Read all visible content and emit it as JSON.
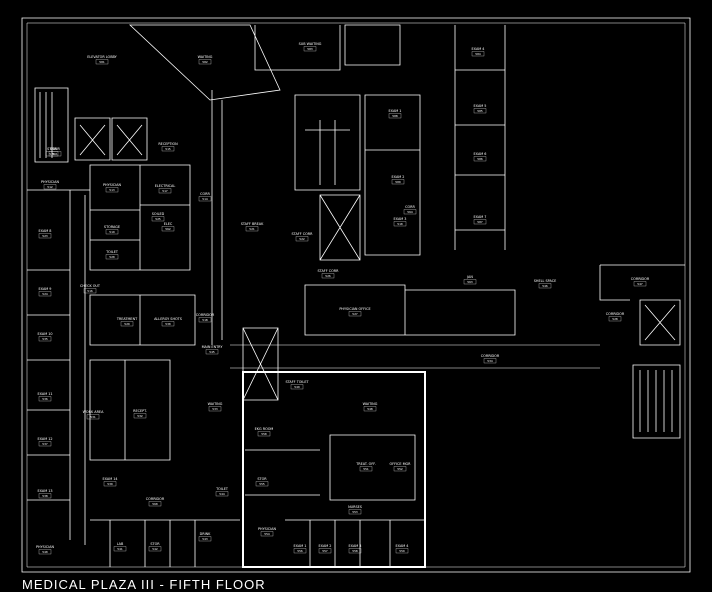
{
  "caption": "MEDICAL PLAZA III - FIFTH FLOOR",
  "colors": {
    "background": "#000000",
    "linework": "#ffffff",
    "highlight": "#ffffff"
  },
  "rooms": [
    {
      "key": "r1",
      "name": "ELEVATOR LOBBY",
      "num": "501"
    },
    {
      "key": "r2",
      "name": "WAITING",
      "num": "502"
    },
    {
      "key": "r3",
      "name": "SUB WAITING",
      "num": "503"
    },
    {
      "key": "r4",
      "name": "EXAM 4",
      "num": "504"
    },
    {
      "key": "r5",
      "name": "EXAM 5",
      "num": "505"
    },
    {
      "key": "r6",
      "name": "EXAM 6",
      "num": "506"
    },
    {
      "key": "r7",
      "name": "EXAM 7",
      "num": "507"
    },
    {
      "key": "r8",
      "name": "EXAM 1",
      "num": "508"
    },
    {
      "key": "r9",
      "name": "EXAM 2",
      "num": "509"
    },
    {
      "key": "r10",
      "name": "EXAM 3",
      "num": "510"
    },
    {
      "key": "r11",
      "name": "STAIR",
      "num": "511"
    },
    {
      "key": "r12",
      "name": "PHYSICIAN",
      "num": "512"
    },
    {
      "key": "r13",
      "name": "PHYSICIAN",
      "num": "513"
    },
    {
      "key": "r14",
      "name": "CORR",
      "num": "514"
    },
    {
      "key": "r15",
      "name": "RECEPTION",
      "num": "515"
    },
    {
      "key": "r16",
      "name": "CHECK OUT",
      "num": "516"
    },
    {
      "key": "r17",
      "name": "ELECTRICAL",
      "num": "517"
    },
    {
      "key": "r18",
      "name": "CORRIDOR",
      "num": "518"
    },
    {
      "key": "r19",
      "name": "STORAGE",
      "num": "519"
    },
    {
      "key": "r20",
      "name": "TOILET",
      "num": "520"
    },
    {
      "key": "r21",
      "name": "STAFF BREAK",
      "num": "521"
    },
    {
      "key": "r22",
      "name": "STAFF CORR",
      "num": "522"
    },
    {
      "key": "r23",
      "name": "EXAM 8",
      "num": "523"
    },
    {
      "key": "r24",
      "name": "EXAM 9",
      "num": "524"
    },
    {
      "key": "r25",
      "name": "SOILED",
      "num": "525"
    },
    {
      "key": "r26",
      "name": "STAFF CORR",
      "num": "526"
    },
    {
      "key": "r27",
      "name": "PHYSICIAN OFFICE",
      "num": "527"
    },
    {
      "key": "r28",
      "name": "CORRIDOR",
      "num": "528"
    },
    {
      "key": "r29",
      "name": "TREATMENT",
      "num": "529"
    },
    {
      "key": "r30",
      "name": "ALLERGY SHOTS",
      "num": "530"
    },
    {
      "key": "r31",
      "name": "WORK AREA",
      "num": "531"
    },
    {
      "key": "r32",
      "name": "RECEPT.",
      "num": "532"
    },
    {
      "key": "r33",
      "name": "WAITING",
      "num": "533"
    },
    {
      "key": "r34",
      "name": "CORRIDOR",
      "num": "534"
    },
    {
      "key": "r35",
      "name": "EXAM 10",
      "num": "535"
    },
    {
      "key": "r36",
      "name": "EXAM 11",
      "num": "536"
    },
    {
      "key": "r37",
      "name": "EXAM 12",
      "num": "537"
    },
    {
      "key": "r38",
      "name": "EXAM 13",
      "num": "538"
    },
    {
      "key": "r39",
      "name": "EXAM 14",
      "num": "539"
    },
    {
      "key": "r40",
      "name": "PHYSICIAN",
      "num": "540"
    },
    {
      "key": "r41",
      "name": "LAB",
      "num": "541"
    },
    {
      "key": "r42",
      "name": "STOR",
      "num": "542"
    },
    {
      "key": "r43",
      "name": "DRINK",
      "num": "543"
    },
    {
      "key": "r44",
      "name": "TOILET",
      "num": "544"
    },
    {
      "key": "r45",
      "name": "MAIN ENTRY",
      "num": "545"
    },
    {
      "key": "r46",
      "name": "SHELL SPACE",
      "num": "546"
    },
    {
      "key": "r47",
      "name": "CORRIDOR",
      "num": "547"
    },
    {
      "key": "r48",
      "name": "WAITING",
      "num": "548"
    },
    {
      "key": "r49",
      "name": "STAFF TOILET",
      "num": "549"
    },
    {
      "key": "r50",
      "name": "EKG ROOM",
      "num": "550"
    },
    {
      "key": "r51",
      "name": "TREAT. OFF.",
      "num": "551"
    },
    {
      "key": "r52",
      "name": "OFFICE MGR",
      "num": "552"
    },
    {
      "key": "r53",
      "name": "NURSES",
      "num": "553"
    },
    {
      "key": "r54",
      "name": "PHYSICIAN",
      "num": "554"
    },
    {
      "key": "r55",
      "name": "STOR",
      "num": "555"
    },
    {
      "key": "r56",
      "name": "EXAM 1",
      "num": "556"
    },
    {
      "key": "r57",
      "name": "EXAM 2",
      "num": "557"
    },
    {
      "key": "r58",
      "name": "EXAM 3",
      "num": "558"
    },
    {
      "key": "r59",
      "name": "EXAM 4",
      "num": "559"
    },
    {
      "key": "r60",
      "name": "CORRIDOR",
      "num": "560"
    },
    {
      "key": "r61",
      "name": "STAIR",
      "num": "561"
    },
    {
      "key": "r62",
      "name": "ELEC",
      "num": "562"
    },
    {
      "key": "r63",
      "name": "JAN",
      "num": "563"
    },
    {
      "key": "r64",
      "name": "CORR",
      "num": "564"
    }
  ]
}
